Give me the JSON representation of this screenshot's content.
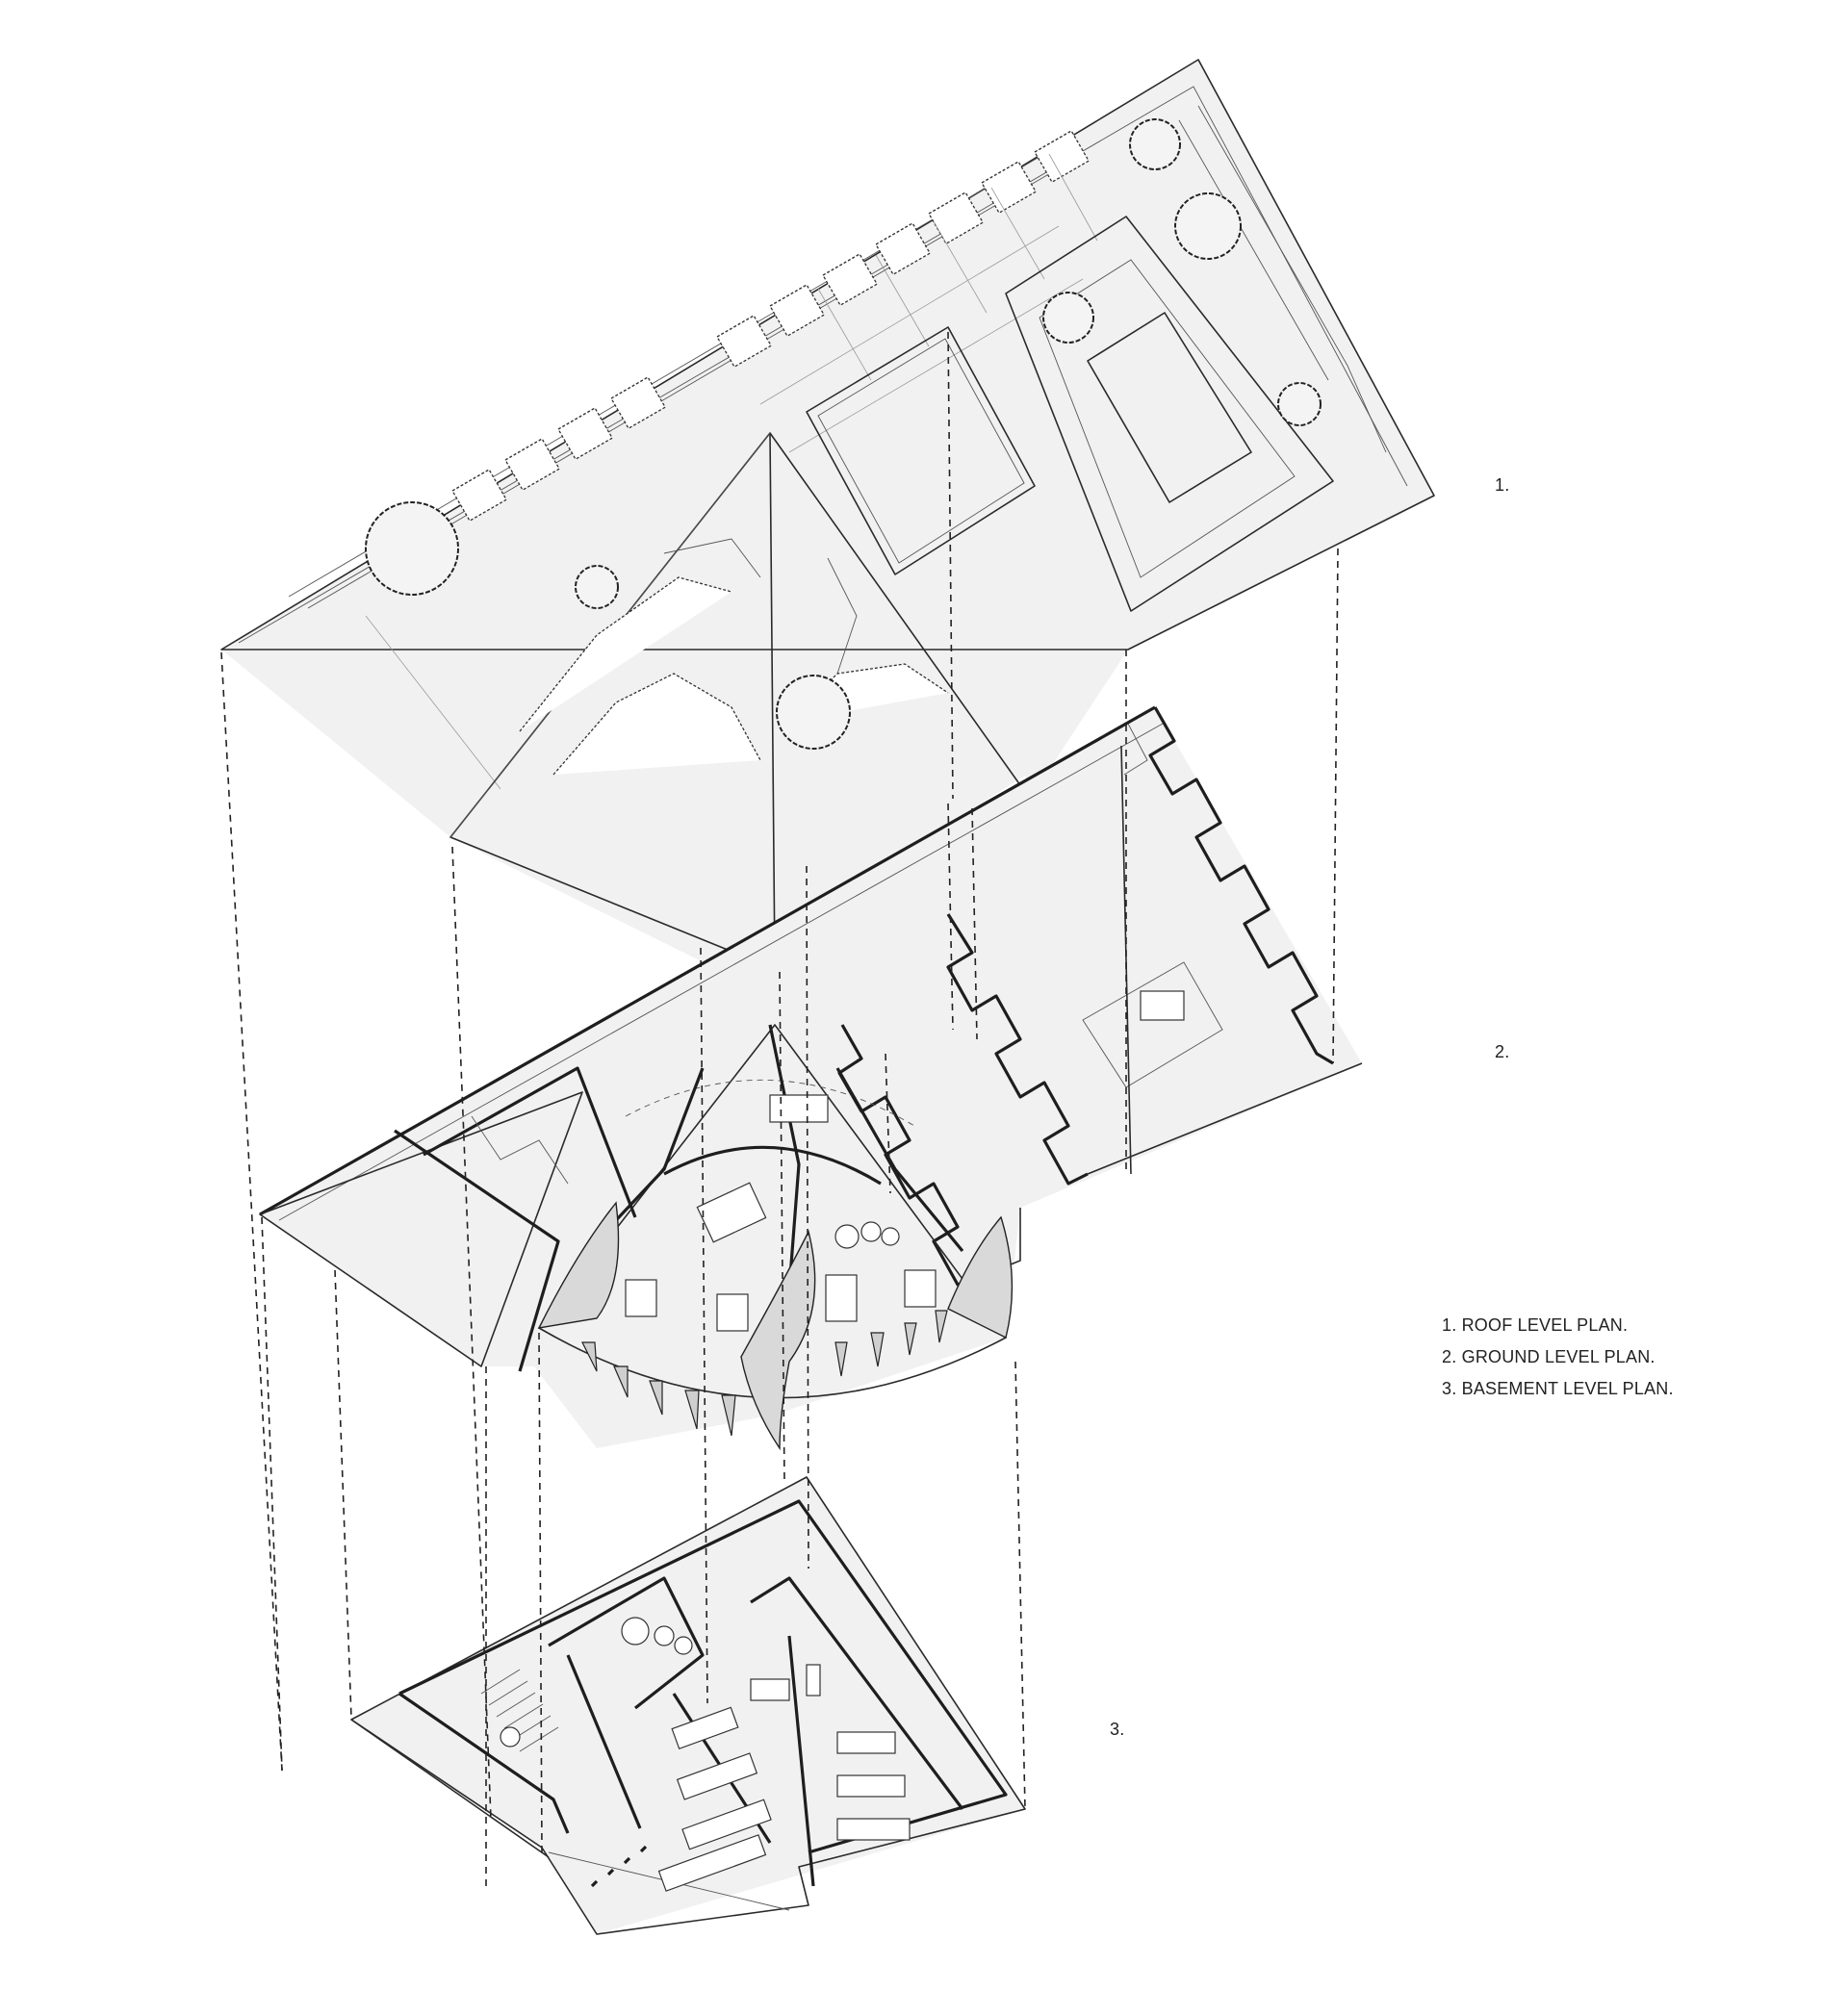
{
  "labels": {
    "level_1": "1.",
    "level_2": "2.",
    "level_3": "3."
  },
  "legend": {
    "roof": "1. ROOF LEVEL PLAN.",
    "ground": "2. GROUND LEVEL PLAN.",
    "basement": "3. BASEMENT LEVEL PLAN."
  },
  "colors": {
    "paper": "#ffffff",
    "ink": "#2a2a2a",
    "pencil_shade": "#f1f1f1"
  }
}
